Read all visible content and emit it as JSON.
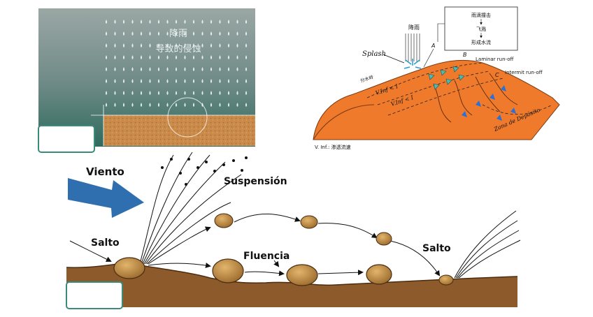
{
  "rain_panel": {
    "title_line1": "降雨",
    "title_line2": "导致的侵蚀"
  },
  "runoff_panel": {
    "rain_label": "降雨",
    "splash_label": "Splash",
    "marker_a": "A",
    "marker_b": "B",
    "marker_c": "C",
    "flow_box_line1": "雨滴撞击",
    "flow_box_line2": "飞溅",
    "flow_box_line3": "形成水流",
    "divide_label": "分水岭",
    "vinf1_label": "V.Inf < I",
    "vinf2_label": "V.Inf < I",
    "laminar_label": "Laminar run-off",
    "intermittent_label": "Intermit run-off",
    "deposit_label": "Zona de Depósito",
    "footnote": "V. Inf.: 渗透流速"
  },
  "wind_panel": {
    "wind_label": "Viento",
    "suspension_label": "Suspensión",
    "saltation_left_label": "Salto",
    "creep_label": "Fluencia",
    "saltation_right_label": "Salto"
  },
  "colors": {
    "soil": "#8c5a2b",
    "soil_dark": "#6e4420",
    "hill": "#ef7a2c",
    "wind_arrow": "#2f6fb0",
    "rain_bg_top": "#9aa7a5",
    "rain_bg_bottom": "#2e6b5e",
    "sand": "#c98a4a",
    "frame_border": "#3c8a7a"
  }
}
